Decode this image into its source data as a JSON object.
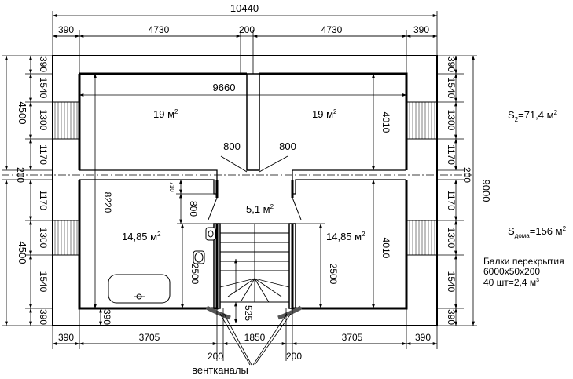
{
  "dims": {
    "top_total": "10440",
    "top_left_margin": "390",
    "top_left_room": "4730",
    "top_mid": "200",
    "top_right_room": "4730",
    "top_right_margin": "390",
    "inner_width": "9660",
    "bot_left_margin": "390",
    "bot_left_room": "3705",
    "bot_left_wall": "200",
    "bot_mid": "1850",
    "bot_right_wall": "200",
    "bot_right_room": "3705",
    "bot_right_margin": "390",
    "left_total_top": "4500",
    "left_wall": "200",
    "left_total_bot": "4500",
    "side_390_top": "390",
    "side_1540_top": "1540",
    "side_1300_top": "1300",
    "side_1170_top": "1170",
    "side_1170_bot": "1170",
    "side_1300_bot": "1300",
    "side_1540_bot": "1540",
    "side_390_bot": "390",
    "right_wall": "200",
    "right_total": "9000",
    "inner_8220": "8220",
    "inner_4010_top": "4010",
    "inner_4010_bot": "4010",
    "inner_2500_left": "2500",
    "inner_2500_right": "2500",
    "inner_710": "710",
    "inner_800": "800",
    "door_800_left": "800",
    "door_800_right": "800",
    "inner_390": "390",
    "inner_525": "525"
  },
  "areas": {
    "room_tl_num": "19 м",
    "room_tr_num": "19 м",
    "hall_num": "5,1 м",
    "room_bl_num": "14,85 м",
    "room_br_num": "14,85 м",
    "sq": "2"
  },
  "notes": {
    "s2_main": "S",
    "s2_sub": "2",
    "s2_val": "=71,4 м",
    "s2_sup": "2",
    "sdom_main": "S",
    "sdom_sub": "дома",
    "sdom_val": "=156 м",
    "sdom_sup": "2",
    "beams_title": "Балки перекрытия",
    "beams_size": "6000х50х200",
    "beams_count": "40 шт=2,4 м",
    "beams_sup": "3",
    "vent_label": "вентканалы"
  }
}
